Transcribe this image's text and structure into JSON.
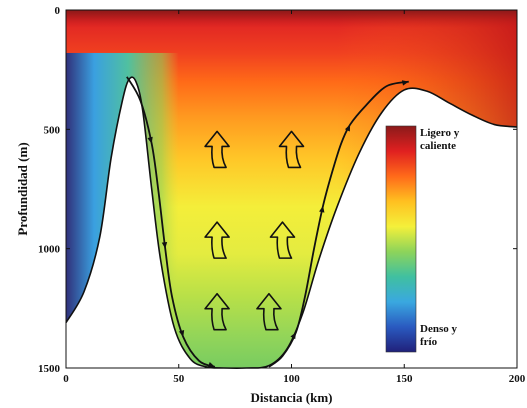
{
  "chart_data": {
    "type": "heatmap",
    "title": "",
    "xlabel": "Distancia (km)",
    "ylabel": "Profundidad (m)",
    "xlim": [
      0,
      200
    ],
    "ylim": [
      0,
      1500
    ],
    "y_inverted": true,
    "x_ticks": [
      0,
      50,
      100,
      150,
      200
    ],
    "y_ticks": [
      0,
      500,
      1000,
      1500
    ],
    "colorbar": {
      "top_label": "Ligero y caliente",
      "bottom_label": "Denso y frío",
      "colors_top_to_bottom": [
        "#8b1a1a",
        "#e02020",
        "#ff6a1a",
        "#ffc020",
        "#f4f03a",
        "#8ed45a",
        "#40c0a0",
        "#3aa8e0",
        "#2a5ac0",
        "#20207a"
      ]
    },
    "bathymetry": {
      "x": [
        0,
        8,
        15,
        20,
        25,
        28,
        31,
        34,
        38,
        42,
        48,
        55,
        62,
        70,
        80,
        90,
        98,
        105,
        112,
        120,
        130,
        140,
        150,
        160,
        170,
        180,
        190,
        200
      ],
      "depth": [
        1310,
        1180,
        950,
        620,
        380,
        290,
        300,
        420,
        750,
        1050,
        1330,
        1460,
        1495,
        1500,
        1500,
        1490,
        1420,
        1270,
        1050,
        830,
        600,
        430,
        335,
        340,
        390,
        440,
        480,
        490
      ]
    },
    "circulation_paths": [
      {
        "x": [
          27,
          33,
          38,
          41,
          44,
          47,
          52,
          59,
          66
        ],
        "depth": [
          280,
          380,
          560,
          760,
          1000,
          1200,
          1370,
          1470,
          1495
        ]
      },
      {
        "x": [
          90,
          96,
          102,
          106,
          110,
          114,
          118,
          122,
          126,
          133,
          142,
          152
        ],
        "depth": [
          1495,
          1450,
          1350,
          1200,
          1000,
          820,
          680,
          560,
          480,
          400,
          320,
          300
        ]
      }
    ],
    "upward_arrows": [
      {
        "x": 67,
        "depth": 580
      },
      {
        "x": 100,
        "depth": 580
      },
      {
        "x": 67,
        "depth": 960
      },
      {
        "x": 96,
        "depth": 960
      },
      {
        "x": 67,
        "depth": 1260
      },
      {
        "x": 90,
        "depth": 1260
      }
    ]
  }
}
